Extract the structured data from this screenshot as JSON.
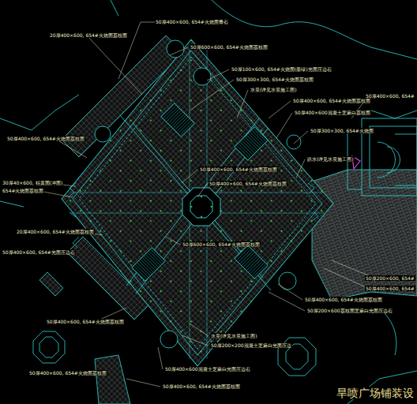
{
  "diagram": {
    "title": "旱喷广场铺装设",
    "labels": [
      "20厚400×600, 654#火烧面荔枝面",
      "50厚400×600, 654#火烧面青石",
      "50厚600×600, 654#火烧面荔枝面",
      "50厚100×600, 654#火烧面(墨绿)光面压边石",
      "50厚300×300, 654#火烧面荔枝面",
      "水景(详见水景施工图)",
      "50厚400×600, 654#火烧面荔枝面",
      "50厚400×600, 654#",
      "50厚400×600混凝土芝麻白荔枝面",
      "50厚400×600, 654#火烧面荔枝面",
      "50厚300×300, 654#火烧面",
      "跌水(详见水景施工图)",
      "50厚400×600, 654#火烧面荔枝面",
      "50厚400×600, 654#火烧面荔枝面",
      "30厚40×600, 枯黄面(冲面)",
      "654#火烧面荔枝面",
      "20厚400×600, 654#火烧面荔枝面",
      "50厚400×600, 654#光面压边石",
      "50厚600×600, 654#火烧面荔枝面",
      "50厚200×600, 654#",
      "50厚400×600, 654#",
      "50厚400×600, 654#火烧面荔枝面",
      "50厚200×600荔枝面芝麻白光面压边石",
      "50厚400×600, 654#火烧面荔枝面",
      "水景(详见水景施工图)",
      "50厚200×200混凝土芝麻白光面压边",
      "50厚400×600混凝土芝麻白光面压边石",
      "50厚400×600, 654#火烧面荔枝面",
      "50厚400×600, 654#火烧面荔枝面"
    ]
  }
}
